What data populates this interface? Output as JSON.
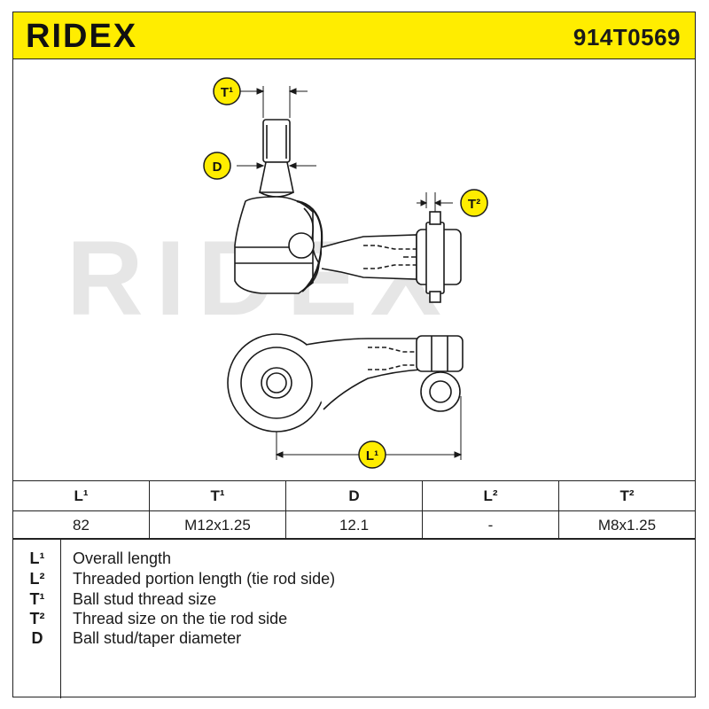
{
  "header": {
    "brand": "RIDEX",
    "part_number": "914T0569",
    "accent_color": "#ffed00"
  },
  "watermark": "RIDEX",
  "drawing": {
    "callouts": {
      "t1": "T¹",
      "d": "D",
      "t2": "T²",
      "l1": "L¹"
    }
  },
  "specs": {
    "headers": [
      "L¹",
      "T¹",
      "D",
      "L²",
      "T²"
    ],
    "values": [
      "82",
      "M12x1.25",
      "12.1",
      "-",
      "M8x1.25"
    ]
  },
  "legend": [
    {
      "symbol": "L¹",
      "text": "Overall length"
    },
    {
      "symbol": "L²",
      "text": "Threaded portion length (tie rod side)"
    },
    {
      "symbol": "T¹",
      "text": "Ball stud thread size"
    },
    {
      "symbol": "T²",
      "text": "Thread size on the tie rod side"
    },
    {
      "symbol": "D",
      "text": "Ball stud/taper diameter"
    }
  ]
}
